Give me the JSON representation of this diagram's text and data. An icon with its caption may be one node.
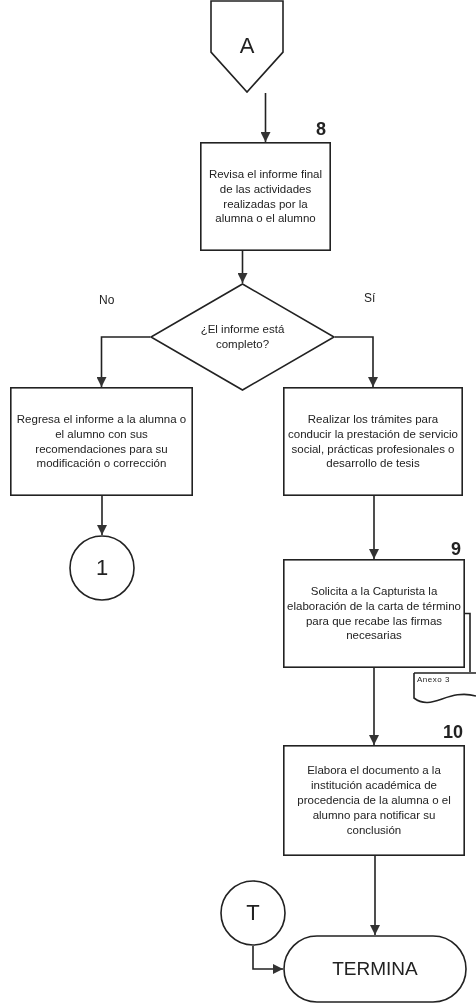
{
  "diagram": {
    "nodes": [
      {
        "text": [
          "A"
        ]
      },
      {
        "text": [
          "Revisa el informe final de las actividades realizadas por la alumna o el alumno"
        ],
        "beside": [
          "8"
        ]
      },
      {
        "text": [
          "¿El informe está completo?"
        ]
      },
      {
        "text": [
          "Regresa el informe a la alumna o el alumno con sus recomendaciones para su modificación o corrección"
        ]
      },
      {
        "text": [
          "Realizar los trámites para conducir la prestación de servicio social, prácticas profesionales o desarrollo de tesis"
        ]
      },
      {
        "text": [
          "1"
        ]
      },
      {
        "text": [
          "Solicita a la Capturista la elaboración de la carta de término para que recabe las firmas necesarias"
        ],
        "beside": [
          "9"
        ]
      },
      {
        "text": [
          "Anexo 3"
        ]
      },
      {
        "text": [
          "Elabora el documento a la institución académica de procedencia de la alumna o el alumno para notificar su conclusión"
        ],
        "beside": [
          "10"
        ]
      },
      {
        "text": [
          "T"
        ]
      },
      {
        "text": [
          "TERMINA"
        ]
      }
    ],
    "edges": [
      {
        "from": 0,
        "to": 1,
        "arrow": "to"
      },
      {
        "from": 1,
        "to": 2,
        "arrow": "to"
      },
      {
        "from": 2,
        "to": 3,
        "arrow": "to",
        "label": "No"
      },
      {
        "from": 2,
        "to": 4,
        "arrow": "to",
        "label": "Sí"
      },
      {
        "from": 3,
        "to": 5,
        "arrow": "to"
      },
      {
        "from": 4,
        "to": 6,
        "arrow": "to"
      },
      {
        "from": 6,
        "to": 7,
        "arrow": "none"
      },
      {
        "from": 6,
        "to": 8,
        "arrow": "to"
      },
      {
        "from": 8,
        "to": 10,
        "arrow": "to"
      },
      {
        "from": 9,
        "to": 10,
        "arrow": "to"
      }
    ]
  }
}
